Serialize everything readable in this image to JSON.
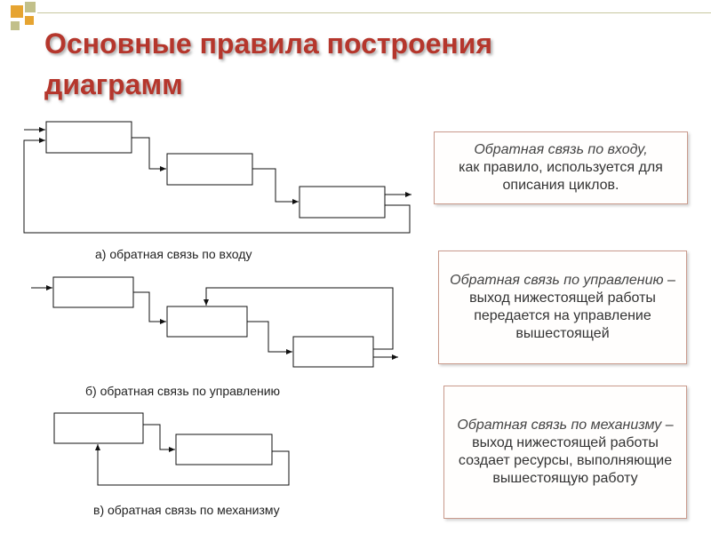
{
  "colors": {
    "title": "#b5362c",
    "deco_orange": "#e6a431",
    "deco_olive": "#c2c08a",
    "deco_line": "#c8c8a0"
  },
  "title": {
    "line1": "Основные правила построения",
    "line2": "диаграмм"
  },
  "captions": {
    "a": "а) обратная связь по входу",
    "b": "б) обратная связь по управлению",
    "c": "в) обратная связь по механизму"
  },
  "notes": {
    "input": {
      "term": "Обратная связь по входу,",
      "rest": "как правило, используется для описания циклов."
    },
    "control": {
      "term": "Обратная связь по управлению",
      "rest": " – выход нижестоящей работы передается на управление вышестоящей"
    },
    "mechanism": {
      "term": "Обратная связь по механизму",
      "rest": " – выход нижестоящей работы создает ресурсы, выполняющие вышестоящую работу"
    }
  }
}
